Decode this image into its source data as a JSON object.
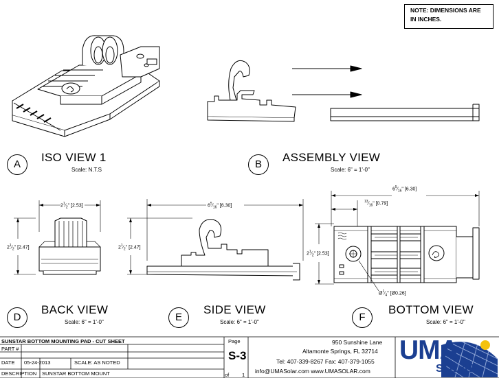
{
  "note": {
    "line1": "NOTE:  DIMENSIONS ARE",
    "line2": "IN INCHES."
  },
  "views": {
    "a": {
      "letter": "A",
      "title": "ISO VIEW 1",
      "scale": "Scale: N.T.S"
    },
    "b": {
      "letter": "B",
      "title": "ASSEMBLY VIEW",
      "scale": "Scale: 6\" = 1'-0\""
    },
    "d": {
      "letter": "D",
      "title": "BACK VIEW",
      "scale": "Scale: 6\" = 1'-0\""
    },
    "e": {
      "letter": "E",
      "title": "SIDE VIEW",
      "scale": "Scale: 6\" = 1'-0\""
    },
    "f": {
      "letter": "F",
      "title": "BOTTOM VIEW",
      "scale": "Scale: 6\" = 1'-0\""
    }
  },
  "dimensions": {
    "back_width": {
      "whole": "2",
      "num": "1",
      "den": "2",
      "metric": "[2.53]"
    },
    "back_height": {
      "whole": "2",
      "num": "1",
      "den": "2",
      "metric": "[2.47]"
    },
    "side_length": {
      "whole": "6",
      "num": "5",
      "den": "16",
      "metric": "[6.30]"
    },
    "side_height": {
      "whole": "2",
      "num": "1",
      "den": "2",
      "metric": "[2.47]"
    },
    "bottom_length": {
      "whole": "6",
      "num": "5",
      "den": "16",
      "metric": "[6.30]"
    },
    "bottom_offset": {
      "whole": "",
      "num": "13",
      "den": "16",
      "metric": "[0.79]"
    },
    "bottom_height": {
      "whole": "2",
      "num": "1",
      "den": "2",
      "metric": "[2.53]"
    },
    "hole_dia": {
      "prefix": "Ø",
      "num": "1",
      "den": "4",
      "metric": "[Ø0.26]"
    }
  },
  "title_block": {
    "sheet_title": "SUNSTAR BOTTOM MOUNTING PAD - CUT SHEET",
    "part_label": "PART #",
    "part_value": "",
    "date_label": "DATE",
    "date_value": "05-24-2013",
    "scale_label": "SCALE: AS NOTED",
    "description_label": "DESCRIPTION",
    "description_value": "SUNSTAR BOTTOM MOUNT",
    "page_label": "Page",
    "page_number": "S-3",
    "of_label": "of",
    "of_total": "1",
    "address1": "950 Sunshine Lane",
    "address2": "Altamonte Springs, FL 32714",
    "phone": "Tel: 407-339-8267 Fax: 407-379-1055",
    "web": "info@UMASolar.com    www.UMASOLAR.com"
  },
  "logo": {
    "name": "UMA",
    "tagline": "SOLAR",
    "brand_color": "#1b3f91",
    "accent_color": "#f4c20d"
  }
}
